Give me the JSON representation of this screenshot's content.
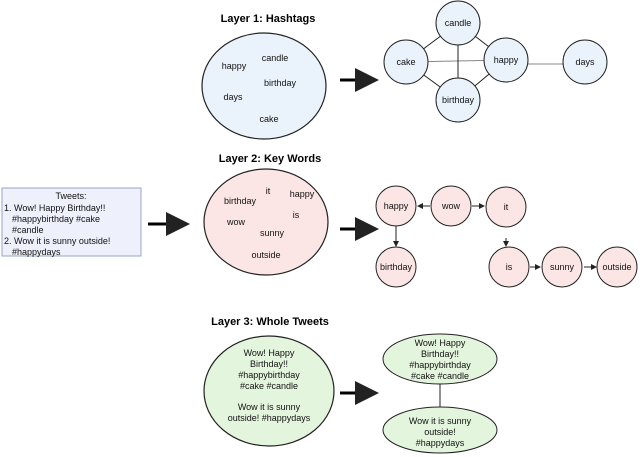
{
  "tweets_box": {
    "title": "Tweets:",
    "lines": [
      "1. Wow! Happy Birthday!!",
      "#happybirthday #cake",
      "#candle",
      "2. Wow it is sunny outside!",
      "#happydays"
    ]
  },
  "layer1": {
    "title": "Layer 1: Hashtags",
    "words": [
      "happy",
      "candle",
      "birthday",
      "days",
      "cake"
    ],
    "nodes": {
      "candle": "candle",
      "cake": "cake",
      "happy": "happy",
      "days": "days",
      "birthday": "birthday"
    }
  },
  "layer2": {
    "title": "Layer 2: Key Words",
    "words": [
      "it",
      "happy",
      "birthday",
      "is",
      "wow",
      "sunny",
      "outside"
    ],
    "nodes": {
      "happy": "happy",
      "wow": "wow",
      "it": "it",
      "birthday": "birthday",
      "is": "is",
      "sunny": "sunny",
      "outside": "outside"
    }
  },
  "layer3": {
    "title": "Layer 3: Whole Tweets",
    "big_tweet1": [
      "Wow! Happy",
      "Birthday!!",
      "#happybirthday",
      "#cake #candle"
    ],
    "big_tweet2": [
      "Wow it is sunny",
      "outside! #happydays"
    ],
    "node1": [
      "Wow! Happy",
      "Birthday!!",
      "#happybirthday",
      "#cake #candle"
    ],
    "node2": [
      "Wow it is sunny",
      "outside!",
      "#happydays"
    ]
  },
  "colors": {
    "blue_fill": "#eaf2fc",
    "pink_fill": "#fbe5e5",
    "green_fill": "#e4f5de",
    "box_fill": "#eef0fb",
    "stroke": "#222222"
  }
}
